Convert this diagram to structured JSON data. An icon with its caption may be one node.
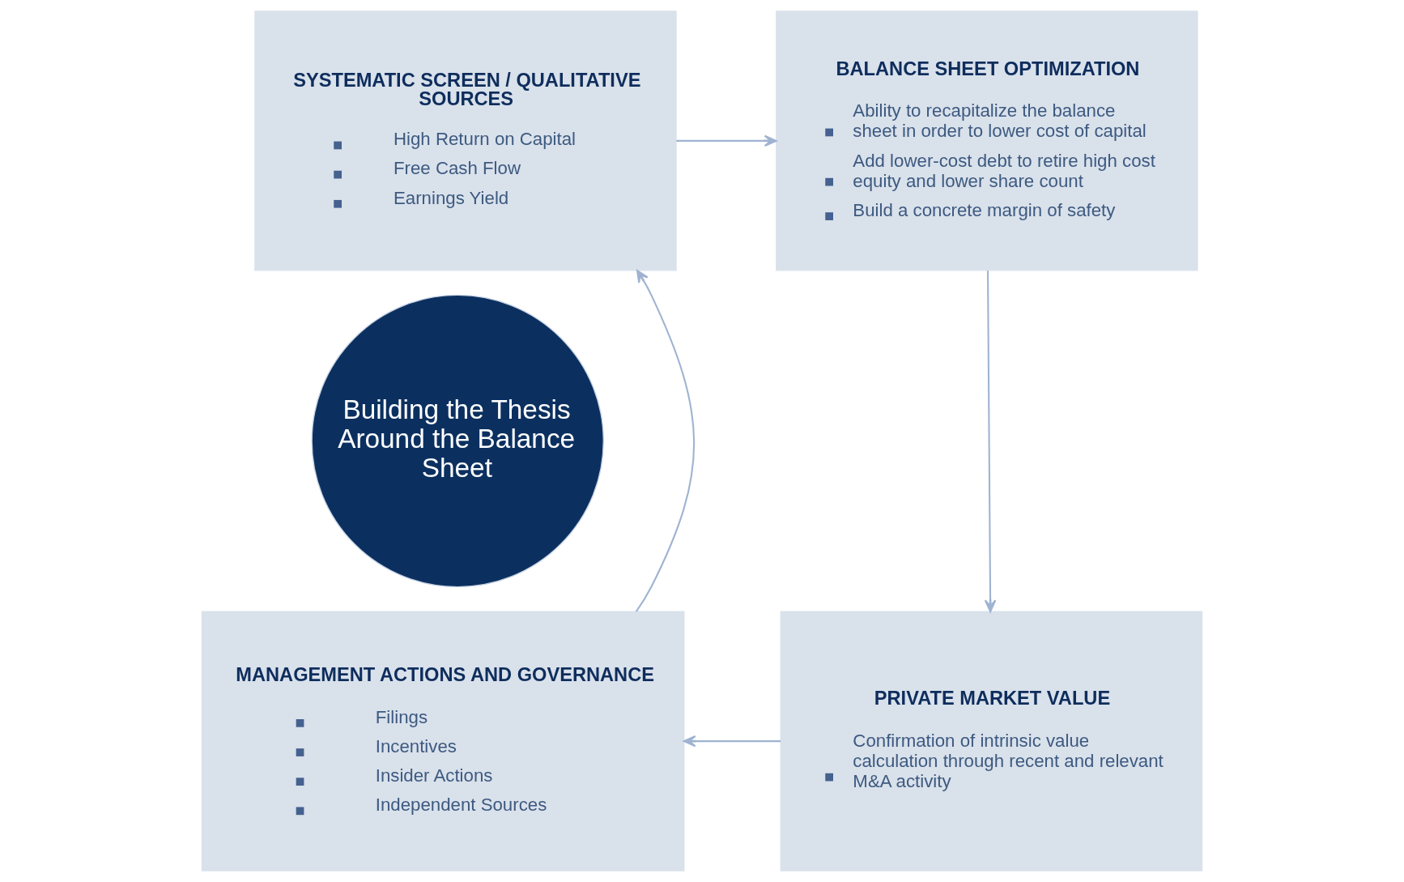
{
  "diagram": {
    "nodes": [
      {
        "text": [
          "SYSTEMATIC SCREEN / QUALITATIVE SOURCES",
          "High Return on Capital",
          "Free Cash Flow",
          "Earnings Yield"
        ]
      },
      {
        "text": [
          "BALANCE SHEET OPTIMIZATION",
          "Ability to recapitalize the balance sheet in order to lower cost of capital",
          "Add lower-cost debt to retire high cost equity and lower share count",
          "Build a concrete margin of safety"
        ]
      },
      {
        "text": [
          "PRIVATE MARKET VALUE",
          "Confirmation of intrinsic value calculation through recent and relevant M&A activity"
        ]
      },
      {
        "text": [
          "MANAGEMENT ACTIONS AND GOVERNANCE",
          "Filings",
          "Incentives",
          "Insider Actions",
          "Independent Sources"
        ]
      },
      {
        "text": [
          "Building the Thesis Around the Balance Sheet"
        ]
      }
    ],
    "edges": [
      {
        "from": 0,
        "to": 1,
        "arrow": "to"
      },
      {
        "from": 1,
        "to": 2,
        "arrow": "to"
      },
      {
        "from": 2,
        "to": 3,
        "arrow": "to"
      },
      {
        "from": 3,
        "to": 0,
        "arrow": "to"
      }
    ]
  }
}
